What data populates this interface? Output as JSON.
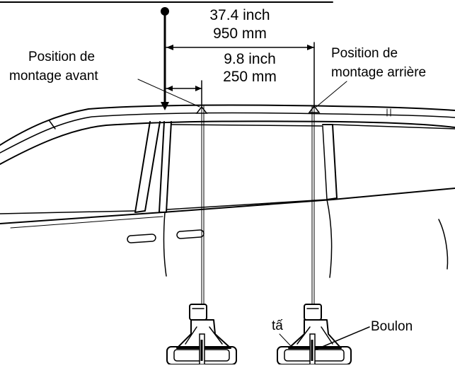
{
  "labels": {
    "front_line1": "Position de",
    "front_line2": "montage avant",
    "rear_line1": "Position de",
    "rear_line2": "montage arrière",
    "bolt": "Boulon",
    "garbled": "tấ"
  },
  "dimensions": {
    "long_inch": "37.4 inch",
    "long_mm": "950 mm",
    "short_inch": "9.8 inch",
    "short_mm": "250 mm"
  }
}
